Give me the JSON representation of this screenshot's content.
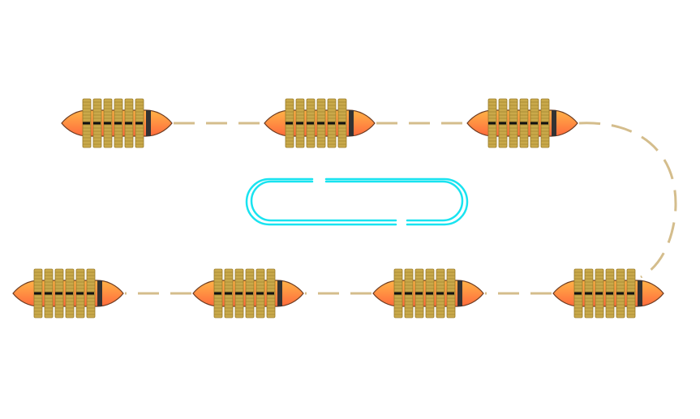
{
  "diagram": {
    "colors": {
      "connector": "#d4bd8c",
      "coil": "#c9a94a",
      "coil_stroke": "#9a7c2a",
      "cap_light": "#ffb347",
      "cap_dark": "#ff6a3d",
      "band": "#333333",
      "clip": "#19e3f0"
    },
    "nodes": [
      {
        "id": "coil-top-1",
        "row": "top"
      },
      {
        "id": "coil-top-2",
        "row": "top"
      },
      {
        "id": "coil-top-3",
        "row": "top"
      },
      {
        "id": "coil-bottom-1",
        "row": "bottom"
      },
      {
        "id": "coil-bottom-2",
        "row": "bottom"
      },
      {
        "id": "coil-bottom-3",
        "row": "bottom"
      },
      {
        "id": "coil-bottom-4",
        "row": "bottom"
      }
    ],
    "center_icon": "paperclip-icon"
  }
}
